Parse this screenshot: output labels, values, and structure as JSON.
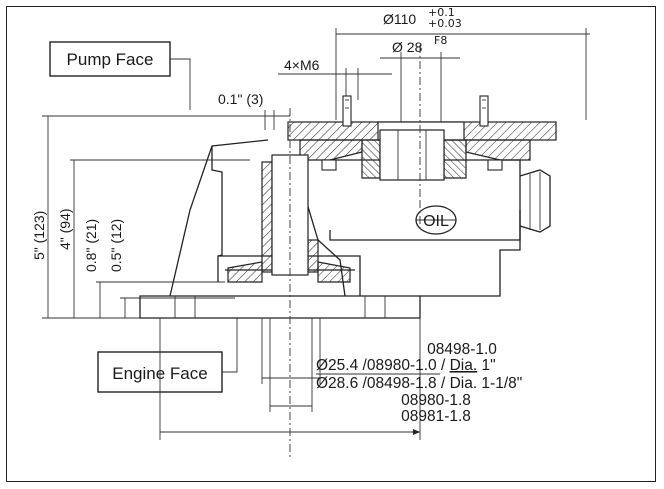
{
  "labels": {
    "pump_face": "Pump Face",
    "engine_face": "Engine Face",
    "oil": "OIL"
  },
  "dimensions": {
    "bolt": "4×M6",
    "phi110": "Ø110",
    "phi110_tol_upper": "+0.1",
    "phi110_tol_lower": "+0.03",
    "phi28": "Ø 28",
    "phi28_fit": "F8",
    "gap": "0.1\" (3)",
    "height_total": "5\" (123)",
    "height_4": "4\" (94)",
    "height_08": "0.8\" (21)",
    "height_05": "0.5\" (12)"
  },
  "part_numbers": {
    "line1": "08498-1.0",
    "line2_prefix": "Ø25.4 /08980-1.0 / ",
    "line2_dia": "Dia.",
    "line2_suffix": " 1\"",
    "line3": "Ø28.6 /08498-1.8 / Dia. 1-1/8\"",
    "line4": "08980-1.8",
    "line5": "08981-1.8"
  }
}
